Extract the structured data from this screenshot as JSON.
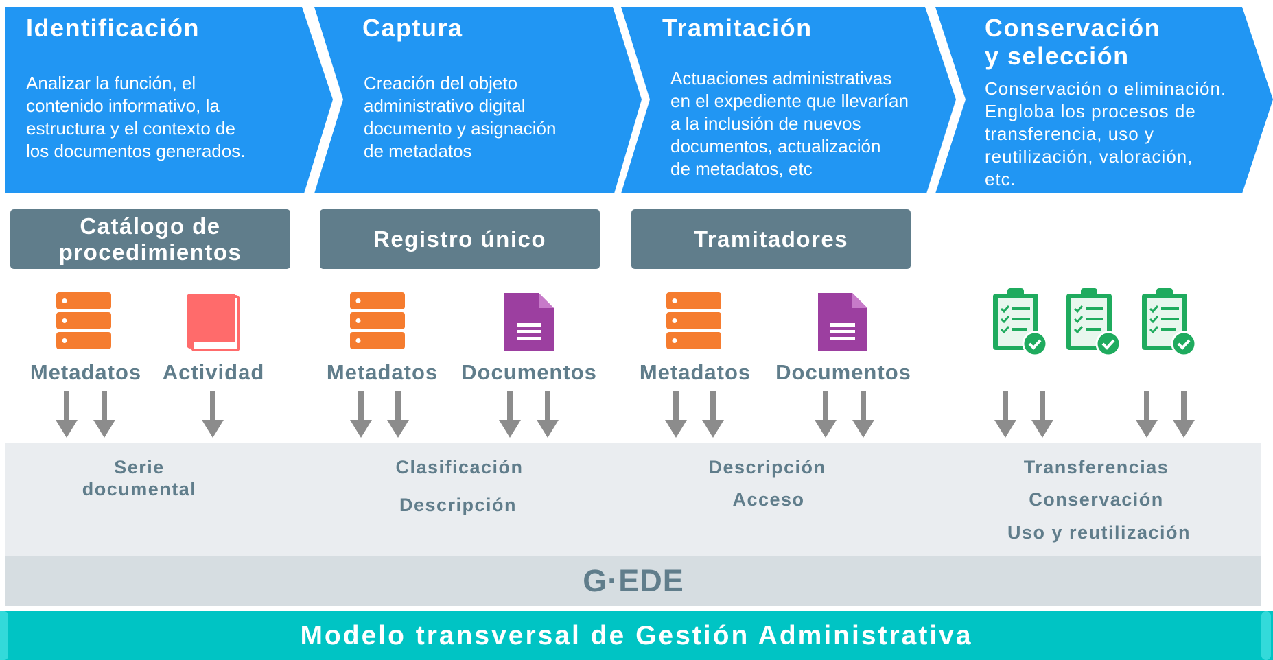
{
  "colors": {
    "phase_blue": "#2196f3",
    "tool_box": "#607d8b",
    "metadata_orange": "#f57c2f",
    "book_red": "#ff6b6b",
    "document_purple": "#9c3fa0",
    "checklist_green": "#1fab5e",
    "process_band": "#eaedf0",
    "gede_band": "#d6dde1",
    "model_bar": "#00c4c4"
  },
  "phases": [
    {
      "title": "Identificación",
      "description": "Analizar la función, el\ncontenido informativo, la\nestructura y el contexto de\nlos documentos generados."
    },
    {
      "title": "Captura",
      "description": "Creación del objeto\nadministrativo digital\ndocumento y asignación\nde metadatos"
    },
    {
      "title": "Tramitación",
      "description": "Actuaciones administrativas\nen el expediente que llevarían\na la inclusión de nuevos\ndocumentos, actualización\nde metadatos, etc"
    },
    {
      "title": "Conservación\ny selección",
      "description": "Conservación o eliminación.\nEngloba los procesos de\ntransferencia, uso y\nreutilización, valoración,\netc."
    }
  ],
  "tools": [
    {
      "label": "Catálogo de\nprocedimientos"
    },
    {
      "label": "Registro único"
    },
    {
      "label": "Tramitadores"
    }
  ],
  "icon_groups": [
    {
      "items": [
        {
          "icon": "server-stack-icon",
          "label": "Metadatos"
        },
        {
          "icon": "book-icon",
          "label": "Actividad"
        }
      ]
    },
    {
      "items": [
        {
          "icon": "server-stack-icon",
          "label": "Metadatos"
        },
        {
          "icon": "document-icon",
          "label": "Documentos"
        }
      ]
    },
    {
      "items": [
        {
          "icon": "server-stack-icon",
          "label": "Metadatos"
        },
        {
          "icon": "document-icon",
          "label": "Documentos"
        }
      ]
    },
    {
      "items": [
        {
          "icon": "checklist-icon"
        },
        {
          "icon": "checklist-icon"
        },
        {
          "icon": "checklist-icon"
        }
      ]
    }
  ],
  "processes": [
    {
      "text": "Serie\ndocumental"
    },
    {
      "line1": "Clasificación",
      "line2": "Descripción"
    },
    {
      "line1": "Descripción",
      "line2": "Acceso"
    },
    {
      "line1": "Transferencias",
      "line2": "Conservación",
      "line3": "Uso y reutilización"
    }
  ],
  "platform": "G·EDE",
  "model": "Modelo transversal de Gestión Administrativa"
}
